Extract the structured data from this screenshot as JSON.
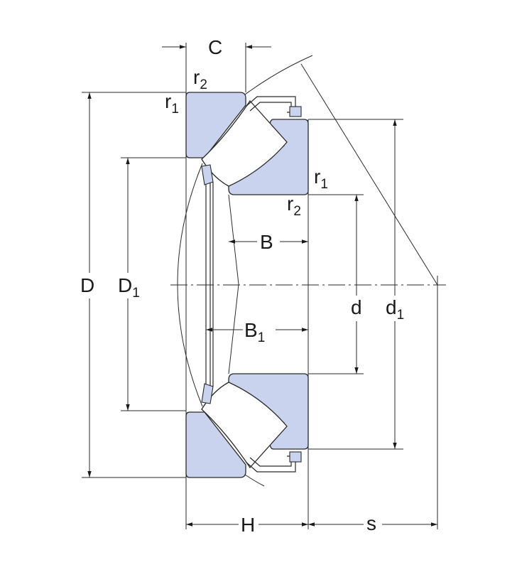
{
  "labels": {
    "C": "C",
    "r2_top_left": {
      "main": "r",
      "sub": "2"
    },
    "r1_top_left": {
      "main": "r",
      "sub": "1"
    },
    "r1_right": {
      "main": "r",
      "sub": "1"
    },
    "r2_right": {
      "main": "r",
      "sub": "2"
    },
    "D": "D",
    "D1": {
      "main": "D",
      "sub": "1"
    },
    "B": "B",
    "B1": {
      "main": "B",
      "sub": "1"
    },
    "d": "d",
    "d1": {
      "main": "d",
      "sub": "1"
    },
    "H": "H",
    "s": "s"
  },
  "colors": {
    "ring_fill": "#c9d3ee",
    "line": "#2a2a2a",
    "background": "#ffffff"
  }
}
